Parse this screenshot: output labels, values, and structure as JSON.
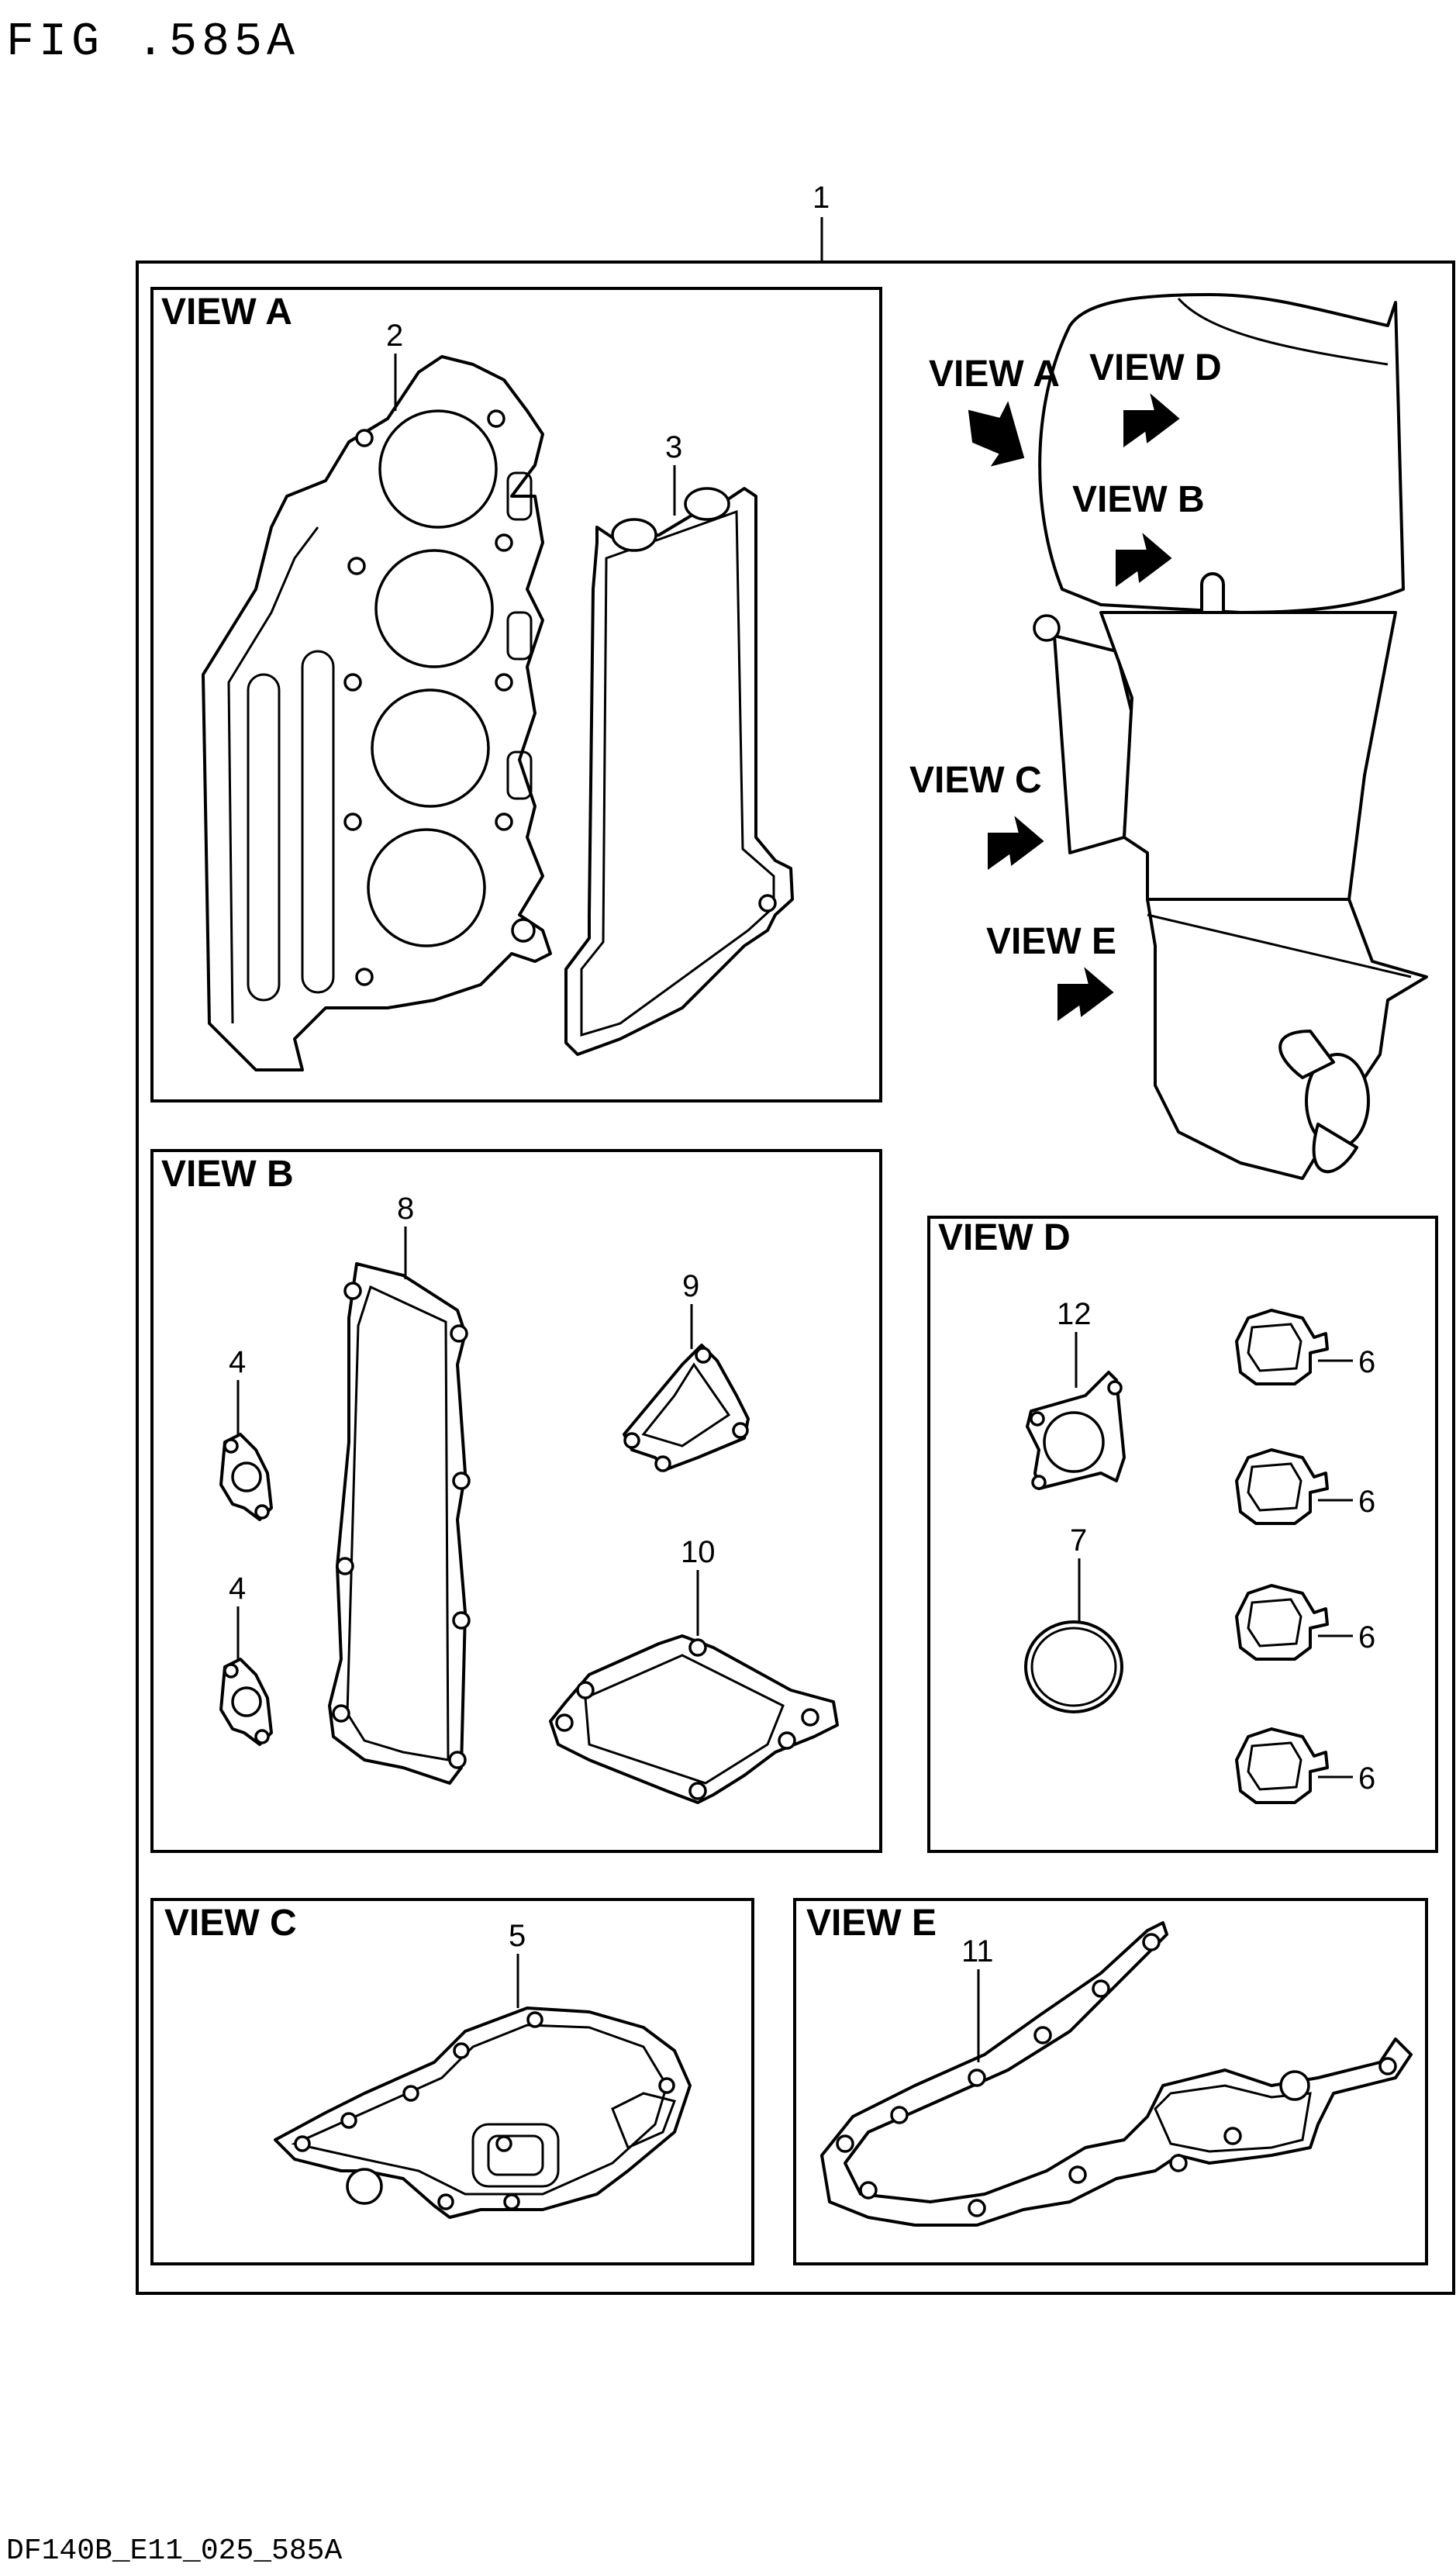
{
  "figure_title": "FIG .585A",
  "footer_code": "DF140B_E11_025_585A",
  "assembly_callout": "1",
  "views": {
    "a": "VIEW A",
    "b": "VIEW B",
    "c": "VIEW C",
    "d": "VIEW D",
    "e": "VIEW E"
  },
  "engine_labels": {
    "a": "VIEW A",
    "b": "VIEW B",
    "c": "VIEW C",
    "d": "VIEW D",
    "e": "VIEW E"
  },
  "callouts": {
    "p2": "2",
    "p3": "3",
    "p4a": "4",
    "p4b": "4",
    "p5": "5",
    "p6a": "6",
    "p6b": "6",
    "p6c": "6",
    "p6d": "6",
    "p7": "7",
    "p8": "8",
    "p9": "9",
    "p10": "10",
    "p11": "11",
    "p12": "12"
  }
}
